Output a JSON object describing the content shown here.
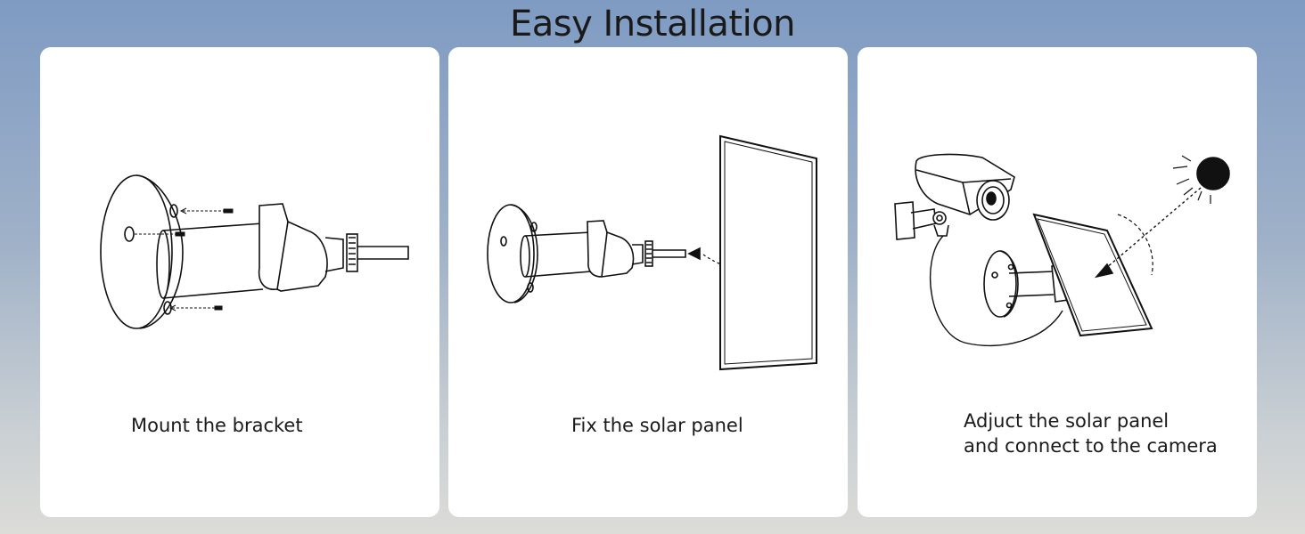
{
  "title": "Easy Installation",
  "steps": [
    {
      "caption": "Mount the bracket",
      "illustration": "bracket-mounting"
    },
    {
      "caption": "Fix the solar panel",
      "illustration": "solar-panel-fixing"
    },
    {
      "caption_line1": "Adjuct the solar panel",
      "caption_line2": "and connect to the camera",
      "illustration": "camera-connection"
    }
  ],
  "colors": {
    "background_top": "#7f9bc3",
    "background_bottom": "#dcdcd8",
    "card": "#ffffff",
    "text": "#1a1a1a"
  }
}
